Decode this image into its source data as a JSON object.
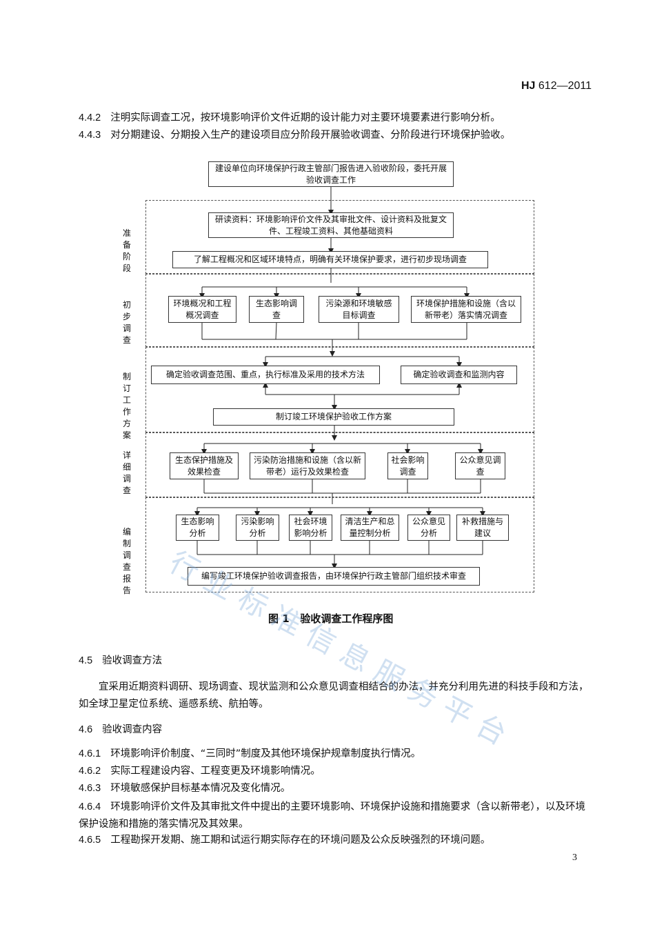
{
  "header": {
    "std_prefix": "HJ",
    "std_number": "612—2011"
  },
  "top_items": [
    {
      "num": "4.4.2",
      "text": "注明实际调查工况，按环境影响评价文件近期的设计能力对主要环境要素进行影响分析。"
    },
    {
      "num": "4.4.3",
      "text": "对分期建设、分期投入生产的建设项目应分阶段开展验收调查、分阶段进行环境保护验收。"
    }
  ],
  "diagram": {
    "start_box": "建设单位向环境保护行政主管部门报告进入验收阶段，委托开展验收调查工作",
    "stages": {
      "prep": "准备阶段",
      "initial": "初步调查",
      "plan": "制订工作方案",
      "detail": "详细调查",
      "report": "编制调查报告"
    },
    "prep_box1": "研读资料：环境影响评价文件及其审批文件、设计资料及批复文件、工程竣工资料、其他基础资料",
    "prep_box2": "了解工程概况和区域环境特点，明确有关环境保护要求，进行初步现场调查",
    "initial_boxes": [
      "环境概况和工程概况调查",
      "生态影响调查",
      "污染源和环境敏感目标调查",
      "环境保护措施和设施（含以新带老）落实情况调查"
    ],
    "plan_box_left": "确定验收调查范围、重点，执行标准及采用的技术方法",
    "plan_box_right": "确定验收调查和监测内容",
    "plan_box_main": "制订竣工环境保护验收工作方案",
    "detail_boxes": [
      "生态保护措施及效果检查",
      "污染防治措施和设施（含以新带老）运行及效果检查",
      "社会影响调查",
      "公众意见调查"
    ],
    "report_boxes": [
      "生态影响分析",
      "污染影响分析",
      "社会环境影响分析",
      "清洁生产和总量控制分析",
      "公众意见分析",
      "补救措施与建议"
    ],
    "final_box": "编写竣工环境保护验收调查报告，由环境保护行政主管部门组织技术审查"
  },
  "caption": {
    "fig": "图 1",
    "title": "验收调查工作程序图"
  },
  "sec45": {
    "num": "4.5",
    "title": "验收调查方法",
    "body": "宜采用近期资料调研、现场调查、现状监测和公众意见调查相结合的办法，并充分利用先进的科技手段和方法，如全球卫星定位系统、遥感系统、航拍等。"
  },
  "sec46": {
    "num": "4.6",
    "title": "验收调查内容"
  },
  "items46": [
    {
      "num": "4.6.1",
      "text": "环境影响评价制度、“三同时”制度及其他环境保护规章制度执行情况。"
    },
    {
      "num": "4.6.2",
      "text": "实际工程建设内容、工程变更及环境影响情况。"
    },
    {
      "num": "4.6.3",
      "text": "环境敏感保护目标基本情况及变化情况。"
    },
    {
      "num": "4.6.4",
      "text": "环境影响评价文件及其审批文件中提出的主要环境影响、环境保护设施和措施要求（含以新带老），以及环境保护设施和措施的落实情况及其效果。"
    },
    {
      "num": "4.6.5",
      "text": "工程勘探开发期、施工期和试运行期实际存在的环境问题及公众反映强烈的环境问题。"
    }
  ],
  "watermark": "行业标准信息服务平台",
  "page_number": "3"
}
